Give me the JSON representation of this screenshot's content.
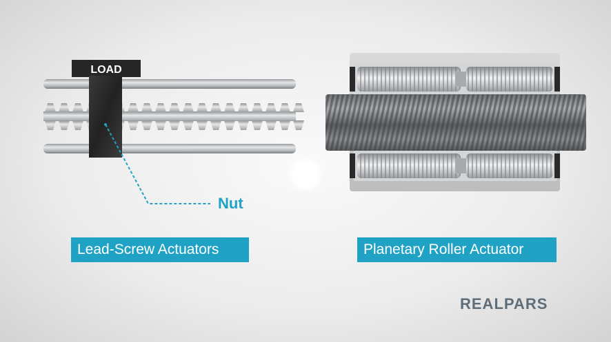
{
  "diagram": {
    "load_label": "LOAD",
    "nut_label": "Nut",
    "left_caption": "Lead-Screw Actuators",
    "right_caption": "Planetary Roller Actuator"
  },
  "brand": {
    "logo_text": "REALPARS"
  },
  "colors": {
    "accent": "#1fa2c3",
    "load_block": "#2b2b2b",
    "logo": "#5f6d78",
    "metal_light": "#d9dbdd",
    "metal_dark": "#6f7275"
  }
}
